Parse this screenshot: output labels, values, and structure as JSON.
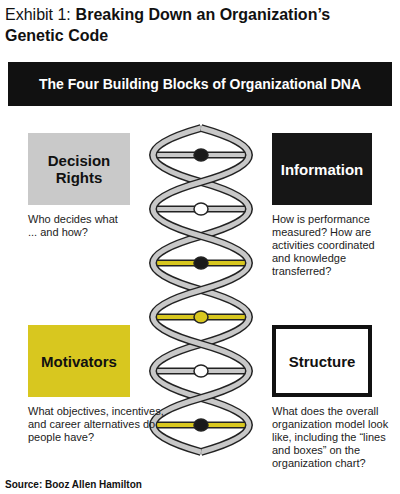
{
  "diagram": {
    "title": "Breaking Down an Organization’s Genetic Code",
    "caption": "Source: Booz Allen Hamilton",
    "nodes": [
      {
        "text": [
          "The Four Building Blocks of Organizational DNA"
        ]
      },
      {
        "text": [
          "Decision Rights",
          "Who decides what ... and how?"
        ]
      },
      {
        "text": [
          "Information",
          "How is performance measured? How are activities coordinated and knowledge transferred?"
        ]
      },
      {
        "text": [
          "Motivators",
          "What objectives, incentives, and career alternatives do people have?"
        ]
      },
      {
        "text": [
          "Structure",
          "What does the overall organization model look like, including the “lines and boxes” on the organization chart?"
        ]
      }
    ],
    "labels": [
      "Exhibit 1:"
    ]
  }
}
